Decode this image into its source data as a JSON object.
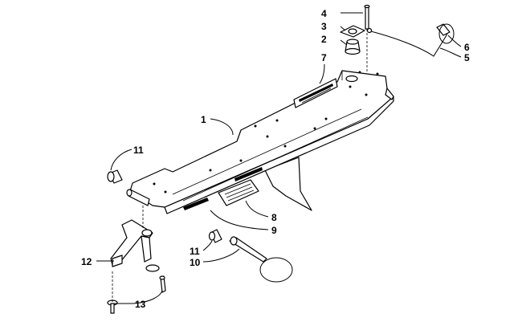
{
  "diagram": {
    "callouts": [
      {
        "id": "1",
        "label": "1"
      },
      {
        "id": "2",
        "label": "2"
      },
      {
        "id": "3",
        "label": "3"
      },
      {
        "id": "4",
        "label": "4"
      },
      {
        "id": "5",
        "label": "5"
      },
      {
        "id": "6",
        "label": "6"
      },
      {
        "id": "7",
        "label": "7"
      },
      {
        "id": "8",
        "label": "8"
      },
      {
        "id": "9",
        "label": "9"
      },
      {
        "id": "10",
        "label": "10"
      },
      {
        "id": "11a",
        "label": "11"
      },
      {
        "id": "11b",
        "label": "11"
      },
      {
        "id": "12",
        "label": "12"
      },
      {
        "id": "13",
        "label": "13"
      }
    ]
  }
}
